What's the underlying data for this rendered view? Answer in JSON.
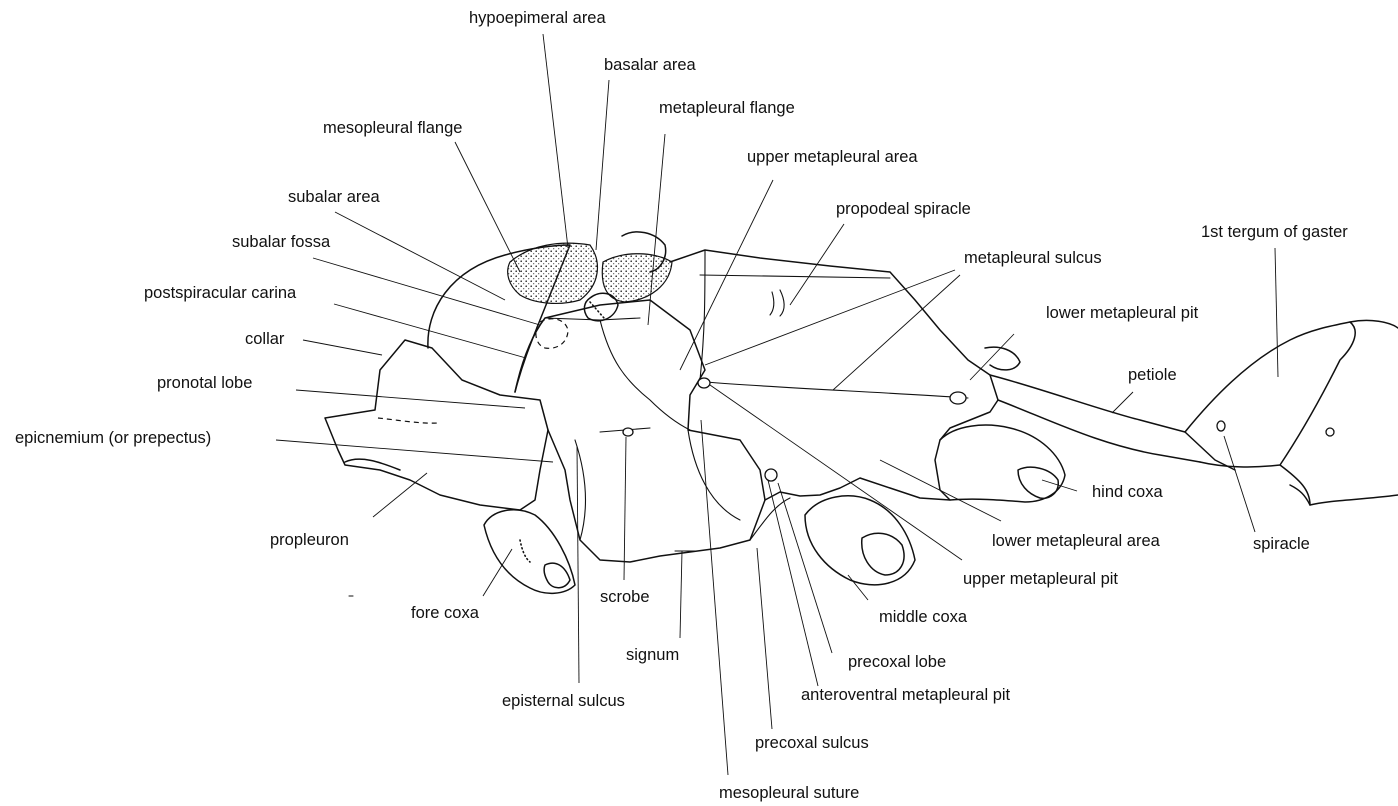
{
  "labels": {
    "hypoepimeral_area": "hypoepimeral area",
    "basalar_area": "basalar area",
    "metapleural_flange": "metapleural flange",
    "mesopleural_flange": "mesopleural flange",
    "upper_metapleural_area": "upper metapleural area",
    "subalar_area": "subalar area",
    "propodeal_spiracle": "propodeal spiracle",
    "subalar_fossa": "subalar fossa",
    "first_tergum_of_gaster": "1st tergum of gaster",
    "metapleural_sulcus": "metapleural sulcus",
    "postspiracular_carina": "postspiracular carina",
    "lower_metapleural_pit": "lower metapleural pit",
    "collar": "collar",
    "petiole": "petiole",
    "pronotal_lobe": "pronotal lobe",
    "epicnemium": "epicnemium (or prepectus)",
    "hind_coxa": "hind coxa",
    "propleuron": "propleuron",
    "lower_metapleural_area": "lower metapleural area",
    "spiracle": "spiracle",
    "upper_metapleural_pit": "upper metapleural pit",
    "fore_coxa": "fore coxa",
    "scrobe": "scrobe",
    "middle_coxa": "middle coxa",
    "signum": "signum",
    "precoxal_lobe": "precoxal lobe",
    "anteroventral_metapleural_pit": "anteroventral metapleural pit",
    "episternal_sulcus": "episternal sulcus",
    "precoxal_sulcus": "precoxal sulcus",
    "mesopleural_suture": "mesopleural suture"
  }
}
